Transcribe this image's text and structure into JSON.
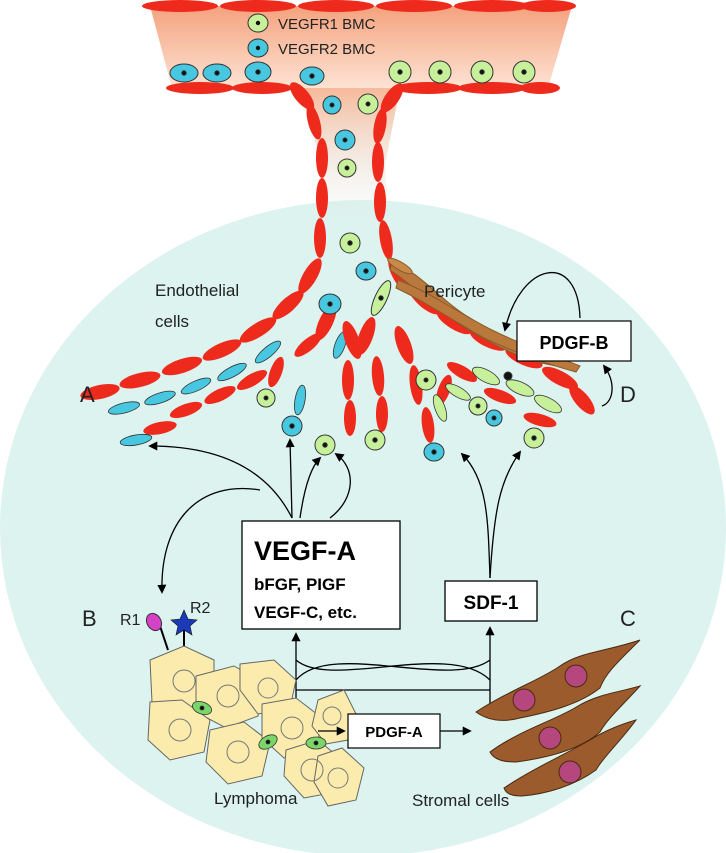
{
  "legend": {
    "vegfr1": "VEGFR1 BMC",
    "vegfr2": "VEGFR2 BMC"
  },
  "labels": {
    "endothelial_line1": "Endothelial",
    "endothelial_line2": "cells",
    "pericyte": "Pericyte",
    "a": "A",
    "b": "B",
    "c": "C",
    "d": "D",
    "r1": "R1",
    "r2": "R2",
    "lymphoma": "Lymphoma",
    "stromal": "Stromal cells"
  },
  "boxes": {
    "vegf_title": "VEGF-A",
    "vegf_line2": "bFGF, PIGF",
    "vegf_line3": "VEGF-C, etc.",
    "sdf": "SDF-1",
    "pdgfb": "PDGF-B",
    "pdgfa": "PDGF-A"
  },
  "colors": {
    "background_circle": "#dcf3ef",
    "vessel_top": "#f4a27e",
    "vessel_bottom": "#fde6d6",
    "endothelial": "#ee2a1c",
    "vegfr1_cell": "#c7f09b",
    "vegfr2_cell": "#48c7e0",
    "pericyte": "#b9793d",
    "lymphoma_cell": "#fbecae",
    "stromal_cell": "#9c5b2d",
    "stromal_nucleus": "#b5477e",
    "r1_receptor": "#d542c8",
    "r2_receptor": "#1b39b8"
  }
}
